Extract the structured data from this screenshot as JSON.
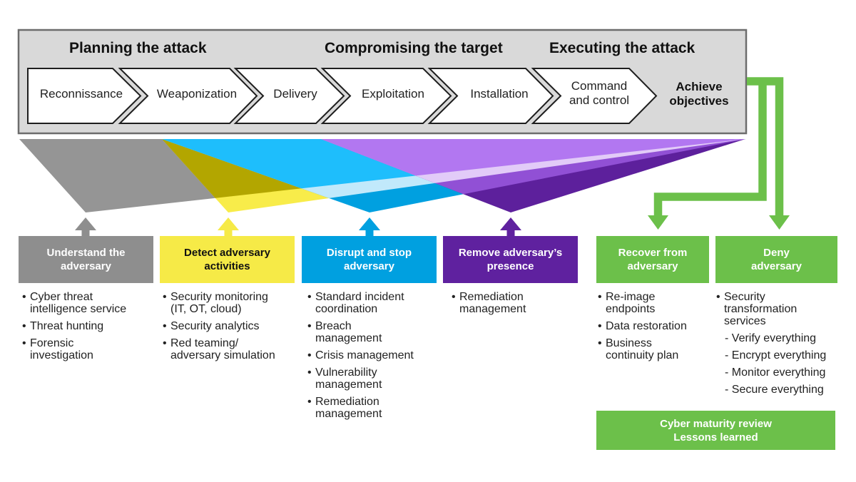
{
  "title": "Cyber kill chain and adversary response capabilities",
  "phases": [
    {
      "label": "Planning the attack"
    },
    {
      "label": "Compromising the target"
    },
    {
      "label": "Executing the attack"
    }
  ],
  "steps": [
    {
      "lines": [
        "Reconnissance"
      ]
    },
    {
      "lines": [
        "Weaponization"
      ]
    },
    {
      "lines": [
        "Delivery"
      ]
    },
    {
      "lines": [
        "Exploitation"
      ]
    },
    {
      "lines": [
        "Installation"
      ]
    },
    {
      "lines": [
        "Command",
        "and control"
      ]
    }
  ],
  "final_step": {
    "lines": [
      "Achieve",
      "objectives"
    ]
  },
  "colors": {
    "understand": "#8e8e8e",
    "detect": "#f6ea47",
    "disrupt": "#00a0e0",
    "remove": "#5f219f",
    "recover": "#6cc04a",
    "deny": "#6cc04a"
  },
  "capabilities": [
    {
      "title": [
        "Understand the",
        "adversary"
      ],
      "items": [
        {
          "lines": [
            "Cyber threat",
            "intelligence service"
          ]
        },
        {
          "lines": [
            "Threat hunting"
          ]
        },
        {
          "lines": [
            "Forensic",
            "investigation"
          ]
        }
      ]
    },
    {
      "title": [
        "Detect adversary",
        "activities"
      ],
      "items": [
        {
          "lines": [
            "Security monitoring",
            "(IT, OT, cloud)"
          ]
        },
        {
          "lines": [
            "Security analytics"
          ]
        },
        {
          "lines": [
            "Red teaming/",
            "adversary simulation"
          ]
        }
      ]
    },
    {
      "title": [
        "Disrupt and stop",
        "adversary"
      ],
      "items": [
        {
          "lines": [
            "Standard incident",
            "coordination"
          ]
        },
        {
          "lines": [
            "Breach",
            "management"
          ]
        },
        {
          "lines": [
            "Crisis management"
          ]
        },
        {
          "lines": [
            "Vulnerability",
            "management"
          ]
        },
        {
          "lines": [
            "Remediation",
            "management"
          ]
        }
      ]
    },
    {
      "title": [
        "Remove adversary’s",
        "presence"
      ],
      "items": [
        {
          "lines": [
            "Remediation",
            "management"
          ]
        }
      ]
    },
    {
      "title": [
        "Recover from",
        "adversary"
      ],
      "items": [
        {
          "lines": [
            "Re-image",
            "endpoints"
          ]
        },
        {
          "lines": [
            "Data restoration"
          ]
        },
        {
          "lines": [
            "Business",
            "continuity plan"
          ]
        }
      ]
    },
    {
      "title": [
        "Deny",
        "adversary"
      ],
      "items": [
        {
          "lines": [
            "Security",
            "transformation",
            "services"
          ],
          "sub": [
            "- Verify everything",
            "- Encrypt everything",
            "- Monitor everything",
            "- Secure everything"
          ]
        }
      ]
    }
  ],
  "bullet": "•",
  "footer_box": [
    "Cyber maturity review",
    "Lessons learned"
  ]
}
